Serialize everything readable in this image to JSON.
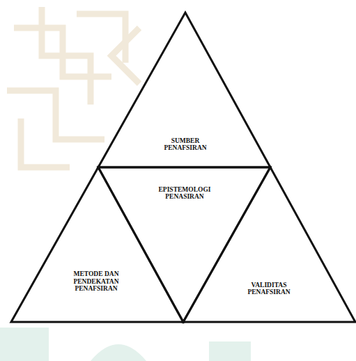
{
  "diagram": {
    "nodes": [
      {
        "text": [
          "SUMBER PENAFSIRAN"
        ]
      },
      {
        "text": [
          "EPISTEMOLOGI PENASIRAN"
        ]
      },
      {
        "text": [
          "METODE DAN PENDEKATAN PENAFSIRAN"
        ]
      },
      {
        "text": [
          "VALIDITAS PENAFSIRAN"
        ]
      }
    ]
  }
}
